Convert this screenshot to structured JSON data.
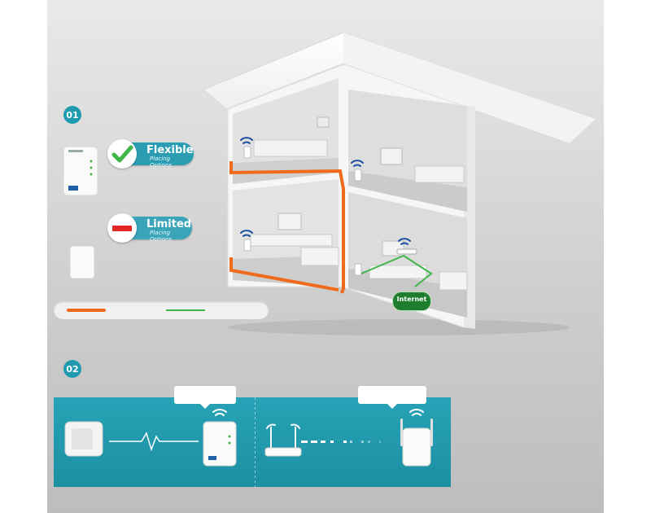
{
  "steps": {
    "one": "01",
    "two": "02"
  },
  "options": {
    "flexible": {
      "title": "Flexible",
      "subtitle": "Placing Options"
    },
    "limited": {
      "title": "Limited",
      "subtitle": "Placing Options"
    }
  },
  "house": {
    "internet_label": "Internet"
  },
  "colors": {
    "accent_teal": "#1f9aae",
    "powerline_orange": "#f06a1d",
    "ethernet_green": "#3fb54a"
  },
  "icons": [
    "check-icon",
    "limited-icon",
    "wifi-icon",
    "powerline-adapter-icon",
    "range-extender-icon",
    "router-icon"
  ]
}
